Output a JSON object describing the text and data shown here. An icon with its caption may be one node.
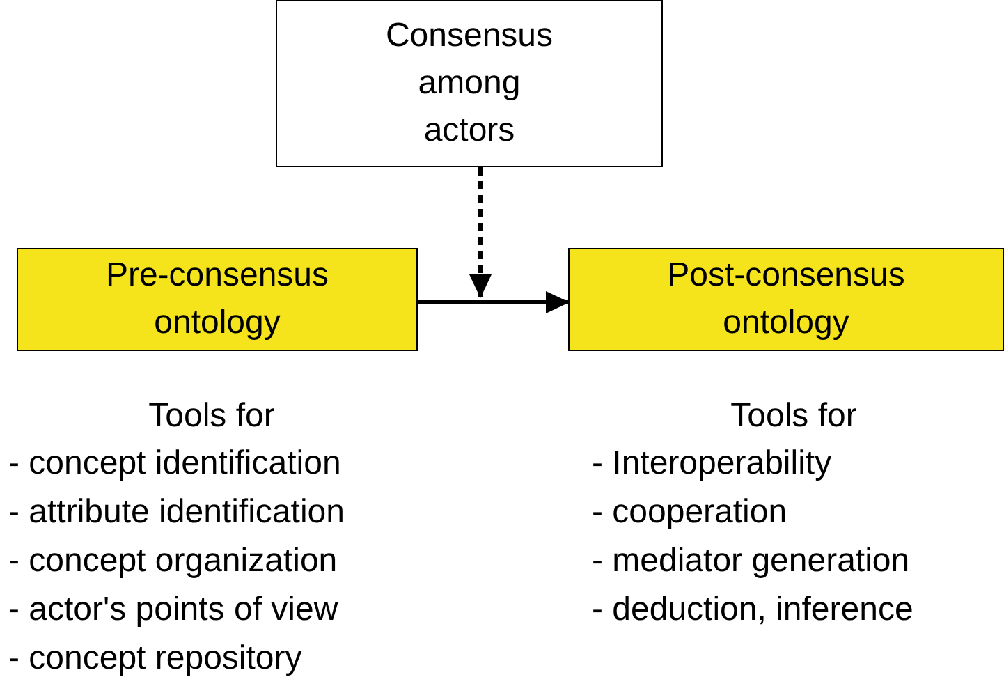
{
  "diagram": {
    "nodes": [
      {
        "text": [
          "Consensus among actors"
        ]
      },
      {
        "text": [
          "Pre-consensus ontology"
        ]
      },
      {
        "text": [
          "Post-consensus ontology"
        ]
      }
    ],
    "edges": [
      {
        "from": 1,
        "to": 2,
        "arrow": "to"
      },
      {
        "from": 0,
        "to": null,
        "arrow": "to",
        "style": "dashed"
      }
    ],
    "labels": [
      "Tools for",
      "- concept identification",
      "- attribute identification",
      "- concept organization",
      "- actor's points of view",
      "- concept repository",
      "Tools for",
      "- Interoperability",
      "- cooperation",
      "- mediator generation",
      "- deduction, inference"
    ]
  }
}
